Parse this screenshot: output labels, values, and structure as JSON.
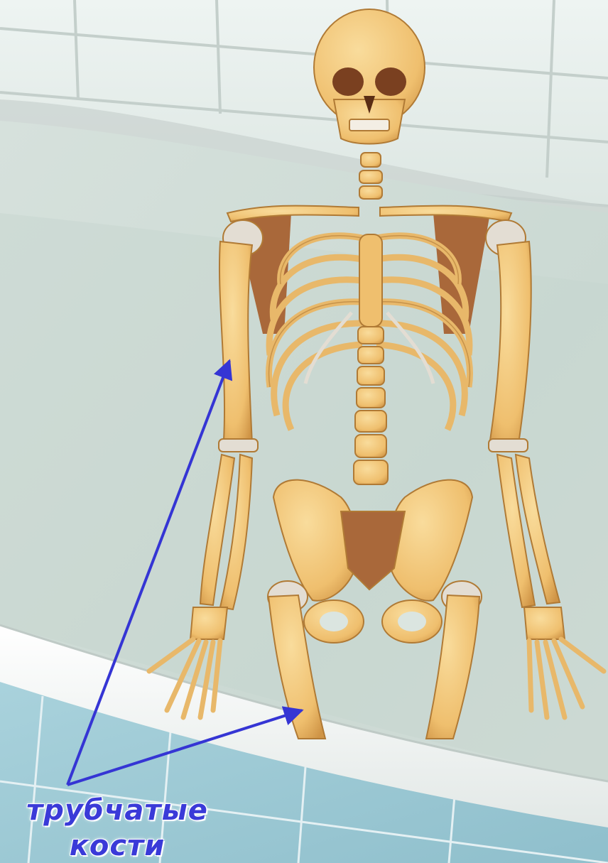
{
  "image": {
    "subject": "human-skeleton",
    "background": "bathtub-and-tile-wall"
  },
  "annotation": {
    "label_line1": "трубчатые",
    "label_line2": "кости",
    "arrow_color": "#3535d4",
    "label_color": "#3a3ad8"
  },
  "colors": {
    "bone": "#f2c77a",
    "bone_shade": "#c98c3e",
    "bone_dark": "#9a5a2a",
    "cartilage": "#e3ddd3",
    "tile_wall": "#e6efec",
    "tile_lower": "#9fc9d4",
    "tub_rim": "#f4f6f5",
    "water": "#cfdcd6"
  }
}
